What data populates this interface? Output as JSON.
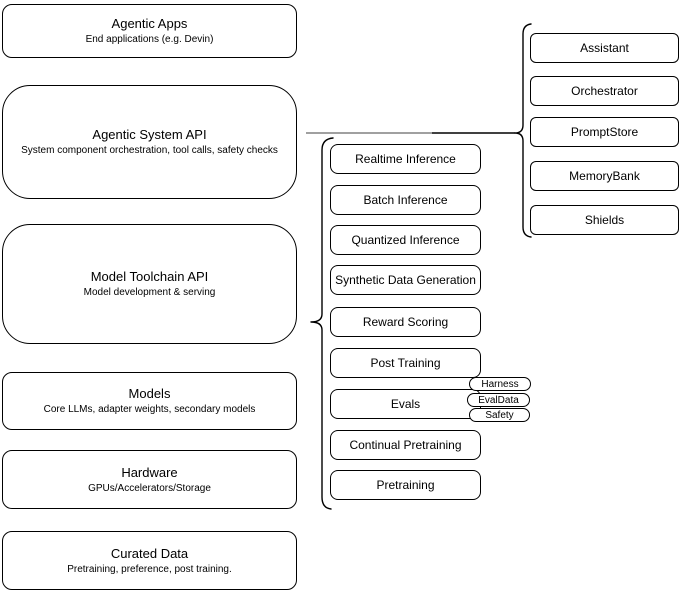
{
  "left_column": [
    {
      "title": "Agentic Apps",
      "subtitle": "End applications (e.g. Devin)"
    },
    {
      "title": "Agentic System API",
      "subtitle": "System component orchestration, tool calls, safety checks"
    },
    {
      "title": "Model Toolchain API",
      "subtitle": "Model development & serving"
    },
    {
      "title": "Models",
      "subtitle": "Core LLMs, adapter weights, secondary models"
    },
    {
      "title": "Hardware",
      "subtitle": "GPUs/Accelerators/Storage"
    },
    {
      "title": "Curated Data",
      "subtitle": "Pretraining, preference, post training."
    }
  ],
  "middle_column": [
    "Realtime Inference",
    "Batch Inference",
    "Quantized Inference",
    "Synthetic Data Generation",
    "Reward Scoring",
    "Post Training",
    "Evals",
    "Continual Pretraining",
    "Pretraining"
  ],
  "evals_pills": [
    "Harness",
    "EvalData",
    "Safety"
  ],
  "right_column": [
    "Assistant",
    "Orchestrator",
    "PromptStore",
    "MemoryBank",
    "Shields"
  ],
  "colors": {
    "background": "#ffffff",
    "border": "#000000",
    "text": "#000000",
    "connector_gray": "#808080"
  }
}
